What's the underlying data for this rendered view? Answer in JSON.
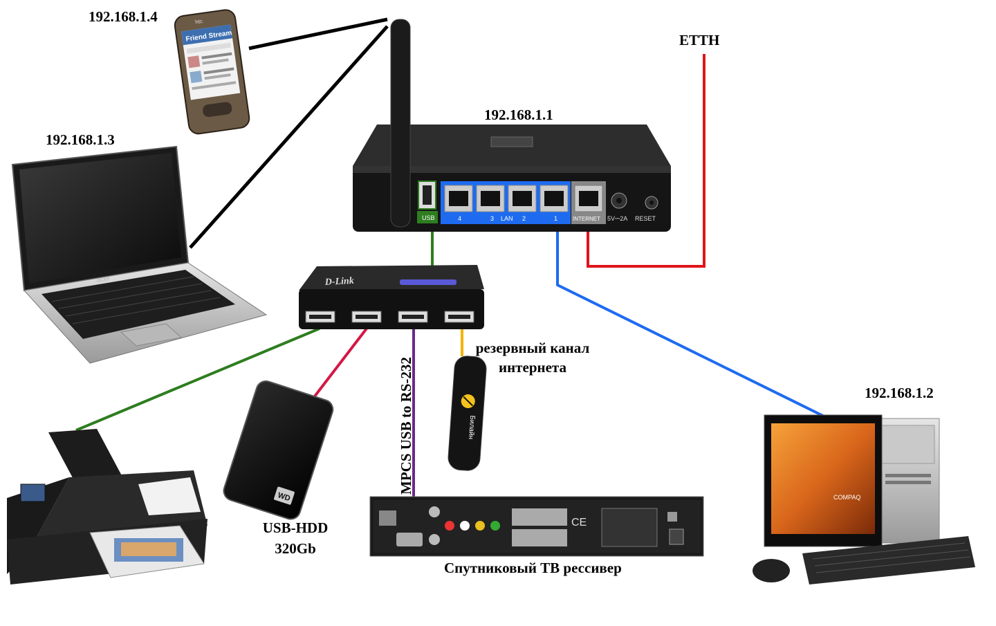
{
  "labels": {
    "phone_ip": "192.168.1.4",
    "laptop_ip": "192.168.1.3",
    "router_ip": "192.168.1.1",
    "etth": "ETTH",
    "desktop_ip": "192.168.1.2",
    "backup_channel_line1": "резервный канал",
    "backup_channel_line2": "интернета",
    "usb_rs232": "MPCS USB to RS-232",
    "hdd_line1": "USB-HDD",
    "hdd_line2": "320Gb",
    "tv_receiver": "Спутниковый ТВ рессивер"
  },
  "router_ports": {
    "usb": "USB",
    "lan_4": "4",
    "lan_3": "3",
    "lan_word": "LAN",
    "lan_2": "2",
    "lan_1": "1",
    "internet": "INTERNET",
    "power": "5V⎓2A",
    "reset": "RESET"
  },
  "brands": {
    "hub": "D-Link",
    "laptop": "acer",
    "monitor": "COMPAQ",
    "modem": "Билайн",
    "hdd": "WD",
    "phone": "htc",
    "phone_app": "Friend Stream"
  },
  "cable_colors": {
    "wifi": "#000000",
    "usb_hub": "#2e7d1f",
    "lan": "#1e6bf0",
    "internet": "#e0141b",
    "printer": "#2e7d1f",
    "hdd": "#d41845",
    "rs232": "#6a2a8a",
    "modem": "#f0b400"
  }
}
